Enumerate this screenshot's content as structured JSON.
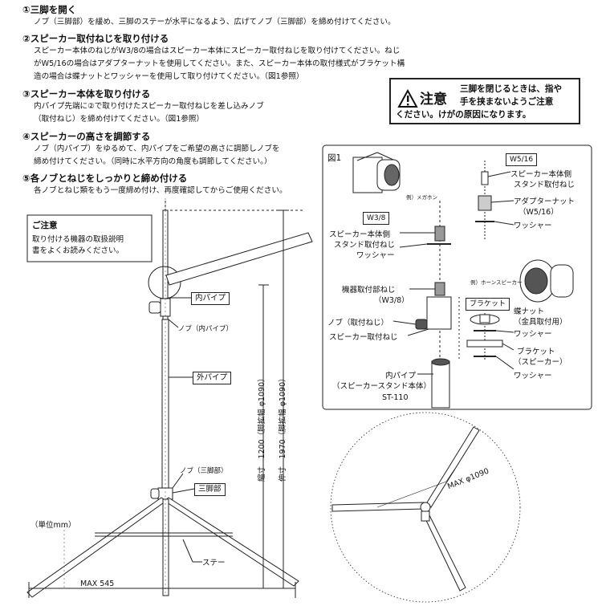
{
  "steps": [
    {
      "title": "①三脚を開く",
      "lines": [
        "ノブ（三脚部）を緩め、三脚のステーが水平になるよう、広げてノブ（三脚部）を締め付けてください。"
      ]
    },
    {
      "title": "②スピーカー取付ねじを取り付ける",
      "lines": [
        "スピーカー本体のねじがW3/8の場合はスピーカー本体にスピーカー取付ねじを取り付けてください。ねじ",
        "がW5/16の場合はアダプターナットを使用してください。また、スピーカー本体の取付様式がブラケット構",
        "造の場合は蝶ナットとワッシャーを使用して取り付けてください。（図1参照）"
      ]
    },
    {
      "title": "③スピーカー本体を取り付ける",
      "lines": [
        "内パイプ先端に②で取り付けたスピーカー取付ねじを差し込みノブ",
        "（取付ねじ）を締め付けてください。（図1参照）"
      ]
    },
    {
      "title": "④スピーカーの高さを調節する",
      "lines": [
        "ノブ（内パイプ）をゆるめて、内パイプをご希望の高さに調節しノブを",
        "締め付けてください。（同時に水平方向の角度も調節してください。）"
      ]
    },
    {
      "title": "⑤各ノブとねじをしっかりと締め付ける",
      "lines": [
        "各ノブとねじ類をもう一度締め付け、再度確認してからご使用ください。"
      ]
    }
  ],
  "warning": {
    "heading": "注意",
    "line1": "三脚を閉じるときは、指や",
    "line2": "手を挟まないようご注意",
    "line3": "ください。けがの原因になります。"
  },
  "notice": {
    "title": "ご注意",
    "line1": "取り付ける機器の取扱説明",
    "line2": "書をよくお読みください。"
  },
  "stand": {
    "inner_pipe": "内パイプ",
    "knob_inner": "ノブ（内パイプ）",
    "outer_pipe": "外パイプ",
    "knob_tripod": "ノブ（三脚部）",
    "tripod": "三脚部",
    "stay": "ステー",
    "unit": "（単位mm）",
    "max_width": "MAX 545",
    "dim_min": "縮寸　1200（脚拡幅 φ1090）",
    "dim_max": "伸寸　1970（脚拡幅 φ1090）"
  },
  "fig1": {
    "title": "図1",
    "megaphone_caption": "例）メガホン",
    "horn_caption": "例）ホーンスピーカー",
    "w316": "W5/16",
    "stand_screw_a": "スピーカー本体側",
    "stand_screw_b": "スタンド取付ねじ",
    "adapter_a": "アダプターナット",
    "adapter_b": "（W5/16）",
    "washer": "ワッシャー",
    "w38": "W3/8",
    "left_stand_a": "スピーカー本体側",
    "left_stand_b": "スタンド取付ねじ",
    "left_washer": "ワッシャー",
    "device_screw_a": "機器取付部ねじ",
    "device_screw_b": "（W3/8）",
    "knob_screw": "ノブ（取付ねじ）",
    "speaker_screw": "スピーカー取付ねじ",
    "bracket": "ブラケット",
    "wing_nut_a": "蝶ナット",
    "wing_nut_b": "（金具取付用）",
    "washer2": "ワッシャー",
    "bracket_sp_a": "ブラケット",
    "bracket_sp_b": "（スピーカー）",
    "washer3": "ワッシャー",
    "inner_pipe_a": "内パイプ",
    "inner_pipe_b": "（スピーカースタンド本体）",
    "model": "ST-110"
  },
  "top_view": {
    "max_label": "MAX φ1090"
  }
}
